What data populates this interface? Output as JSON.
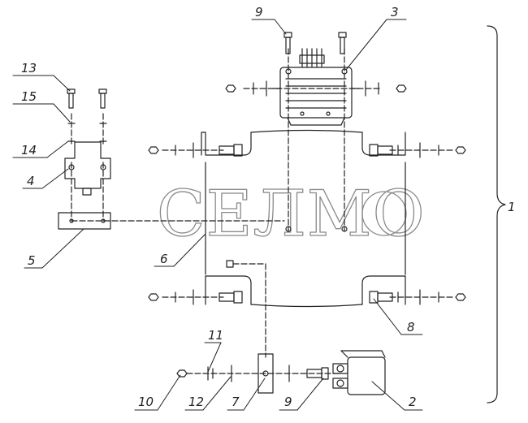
{
  "watermark": "СЕЛМО",
  "callouts": {
    "n1": "1",
    "n2": "2",
    "n3": "3",
    "n4": "4",
    "n5": "5",
    "n6": "6",
    "n7": "7",
    "n8": "8",
    "n9_top": "9",
    "n9_bottom": "9",
    "n10": "10",
    "n11": "11",
    "n12": "12",
    "n13": "13",
    "n14": "14",
    "n15": "15"
  }
}
